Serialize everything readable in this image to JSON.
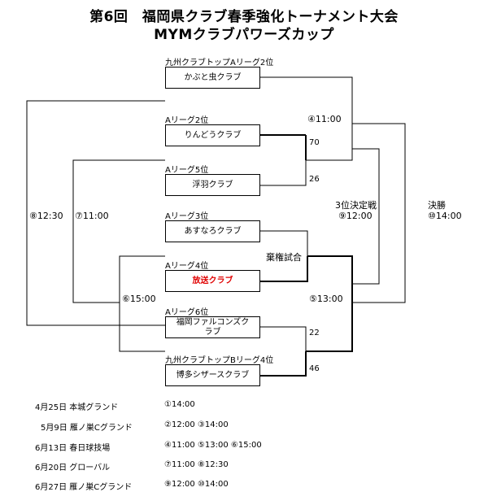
{
  "title_line1": "第6回　福岡県クラブ春季強化トーナメント大会",
  "title_line2": "MYMクラブパワーズカップ",
  "teams": [
    {
      "seed": "九州クラブトップAリーグ2位",
      "name": "かぶと虫クラブ"
    },
    {
      "seed": "Aリーグ2位",
      "name": "りんどうクラブ"
    },
    {
      "seed": "Aリーグ5位",
      "name": "浮羽クラブ"
    },
    {
      "seed": "Aリーグ3位",
      "name": "あすなろクラブ"
    },
    {
      "seed": "Aリーグ4位",
      "name": "放送クラブ"
    },
    {
      "seed": "Aリーグ6位",
      "name": "福岡ファルコンズクラブ"
    },
    {
      "seed": "九州クラブトップBリーグ4位",
      "name": "博多シザースクラブ"
    }
  ],
  "scores": {
    "rindou": "70",
    "ukiha": "26",
    "falcons": "22",
    "hakata": "46"
  },
  "labels": {
    "match4": "④11:00",
    "forfeit": "棄権試合",
    "match5": "⑤13:00",
    "match6": "⑥15:00",
    "match7": "⑦11:00",
    "match8": "⑧12:30",
    "third_title": "3位決定戦",
    "third_time": "⑨12:00",
    "final_title": "決勝",
    "final_time": "⑩14:00"
  },
  "schedule": [
    {
      "date": "4月25日 本城グランド",
      "times": "①14:00"
    },
    {
      "date": "5月9日 雁ノ巣Cグランド",
      "times": "②12:00 ③14:00"
    },
    {
      "date": "6月13日 春日球技場",
      "times": "④11:00 ⑤13:00 ⑥15:00"
    },
    {
      "date": "6月20日 グローバル",
      "times": "⑦11:00 ⑧12:30"
    },
    {
      "date": "6月27日 雁ノ巣Cグランド",
      "times": "⑨12:00 ⑩14:00"
    }
  ],
  "colors": {
    "highlight": "#e00000",
    "line": "#000000"
  }
}
